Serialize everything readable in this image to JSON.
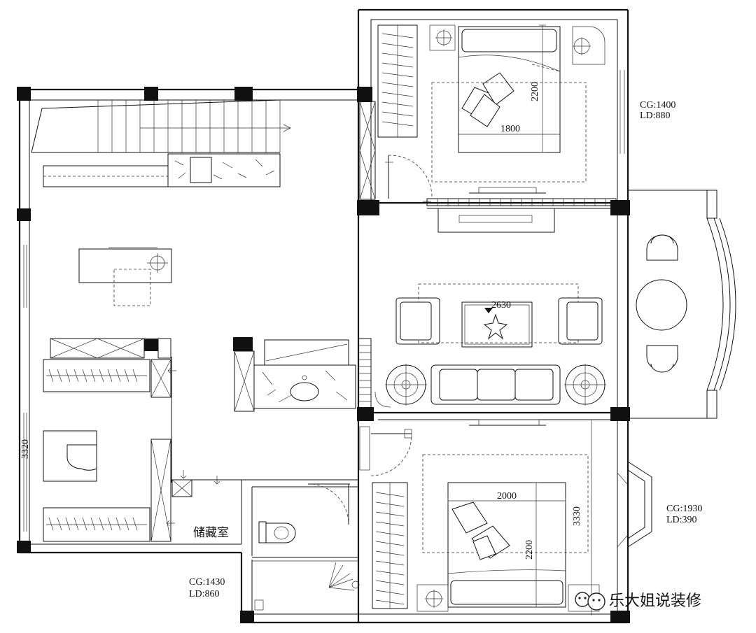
{
  "plan": {
    "notes": {
      "top_right": {
        "cg": "CG:1400",
        "ld": "LD:880"
      },
      "right": {
        "cg": "CG:1930",
        "ld": "LD:390"
      },
      "bottom": {
        "cg": "CG:1430",
        "ld": "LD:860"
      }
    },
    "dimensions": {
      "bed1_width": "1800",
      "bed1_length": "2200",
      "living_width": "2630",
      "bed2_width": "2000",
      "bed2_length": "2200",
      "bed2_room": "3330",
      "left_room": "3320"
    },
    "rooms": {
      "storage": "储藏室"
    },
    "watermark": "乐大姐说装修"
  }
}
